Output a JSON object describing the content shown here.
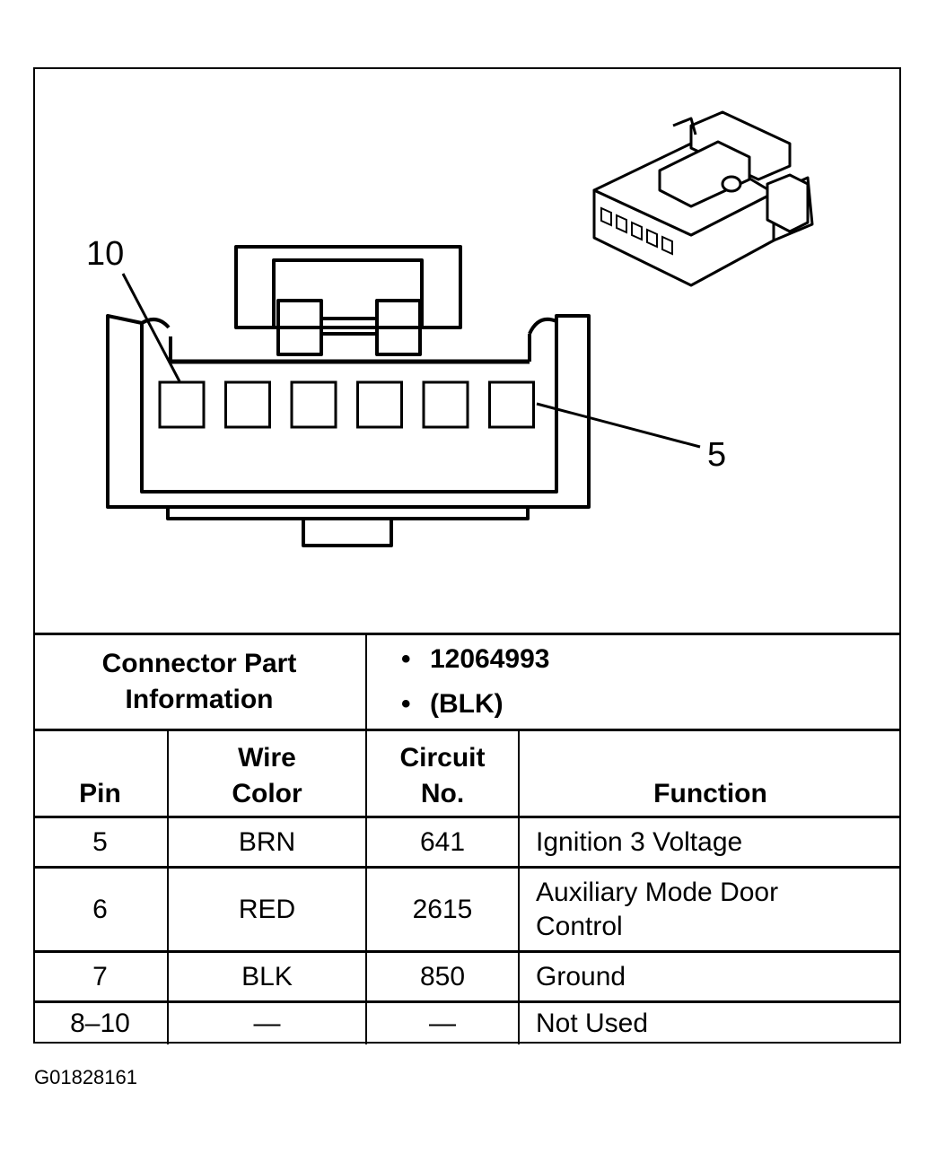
{
  "diagram": {
    "labels": {
      "pin_start": "10",
      "pin_end": "5"
    },
    "pin_cavity_count": 6,
    "inset_cavity_count": 5
  },
  "connector_info": {
    "header": "Connector Part Information",
    "values": [
      "12064993",
      "(BLK)"
    ]
  },
  "pin_table": {
    "headers": {
      "pin": "Pin",
      "wire_color": "Wire Color",
      "circuit": "Circuit No.",
      "function": "Function"
    },
    "rows": [
      {
        "pin": "5",
        "wire_color": "BRN",
        "circuit": "641",
        "function": "Ignition 3 Voltage"
      },
      {
        "pin": "6",
        "wire_color": "RED",
        "circuit": "2615",
        "function": "Auxiliary Mode Door Control"
      },
      {
        "pin": "7",
        "wire_color": "BLK",
        "circuit": "850",
        "function": "Ground"
      },
      {
        "pin": "8–10",
        "wire_color": "—",
        "circuit": "—",
        "function": "Not Used"
      }
    ]
  },
  "figure_id": "G01828161"
}
